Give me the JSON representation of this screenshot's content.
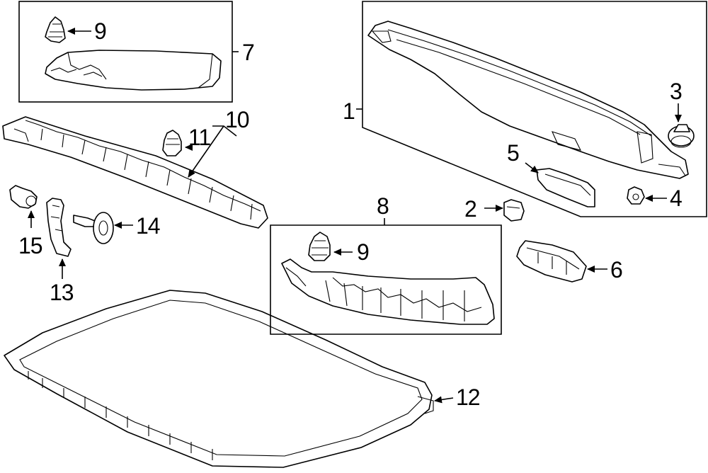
{
  "callouts": {
    "c1": "1",
    "c2": "2",
    "c3": "3",
    "c4": "4",
    "c5": "5",
    "c6": "6",
    "c7": "7",
    "c8": "8",
    "c9a": "9",
    "c9b": "9",
    "c10": "10",
    "c11": "11",
    "c12": "12",
    "c13": "13",
    "c14": "14",
    "c15": "15"
  }
}
